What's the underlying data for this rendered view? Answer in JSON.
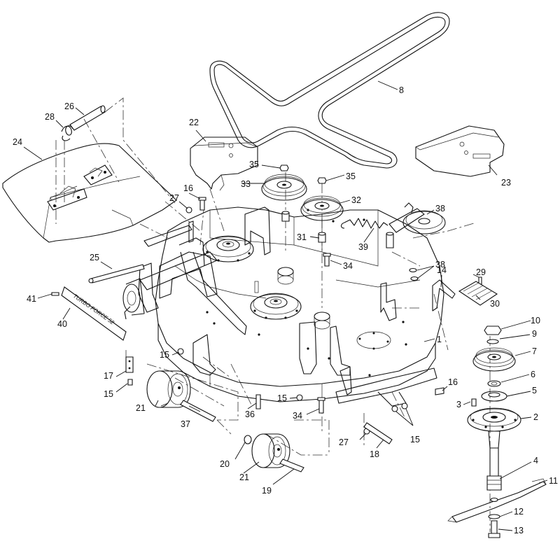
{
  "diagram": {
    "decal_text": "TURBO FORCE 52",
    "callouts": {
      "c1": "1",
      "c2": "2",
      "c3": "3",
      "c4": "4",
      "c5": "5",
      "c6": "6",
      "c7": "7",
      "c8": "8",
      "c9": "9",
      "c10": "10",
      "c11": "11",
      "c12": "12",
      "c13": "13",
      "c14": "14",
      "c15a": "15",
      "c15b": "15",
      "c15c": "15",
      "c15d": "15",
      "c16a": "16",
      "c16b": "16",
      "c17": "17",
      "c18": "18",
      "c19": "19",
      "c20": "20",
      "c21a": "21",
      "c21b": "21",
      "c22": "22",
      "c23": "23",
      "c24": "24",
      "c25": "25",
      "c26": "26",
      "c27a": "27",
      "c27b": "27",
      "c28": "28",
      "c29": "29",
      "c30": "30",
      "c31": "31",
      "c32": "32",
      "c33": "33",
      "c34a": "34",
      "c34b": "34",
      "c35a": "35",
      "c35b": "35",
      "c36": "36",
      "c37": "37",
      "c38a": "38",
      "c38b": "38",
      "c39": "39",
      "c40": "40",
      "c41": "41"
    }
  }
}
